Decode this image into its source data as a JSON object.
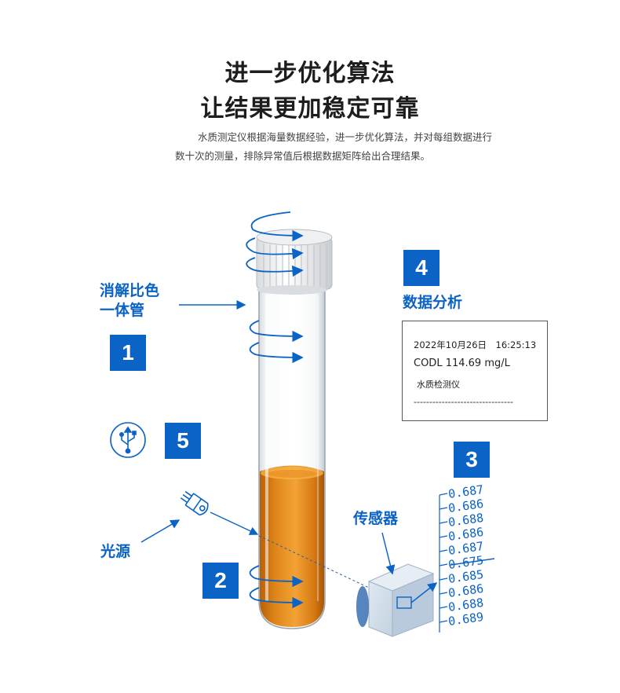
{
  "heading": {
    "line1": "进一步优化算法",
    "line2": "让结果更加稳定可靠"
  },
  "description": {
    "line1": "水质测定仪根据海量数据经验，进一步优化算法，并对每组数据进行",
    "line2": "数十次的测量，排除异常值后根据数据矩阵给出合理结果。"
  },
  "steps": [
    {
      "number": "1",
      "label_line1": "消解比色",
      "label_line2": "一体管"
    },
    {
      "number": "2",
      "label": "光源"
    },
    {
      "number": "3",
      "label": "传感器"
    },
    {
      "number": "4",
      "label": "数据分析"
    },
    {
      "number": "5",
      "icon": "usb-icon"
    }
  ],
  "receipt": {
    "datetime": "2022年10月26日　16:25:13",
    "reading": "CODL   114.69 mg/L",
    "device": "水质检测仪",
    "rule": "--------------------------------"
  },
  "sensor_readings": [
    "0.687",
    "0.686",
    "0.688",
    "0.686",
    "0.687",
    "0.675",
    "0.685",
    "0.686",
    "0.688",
    "0.689"
  ],
  "colors": {
    "accent": "#0b63c5",
    "liquid": "#e0871a",
    "title": "#1d1d1d"
  }
}
